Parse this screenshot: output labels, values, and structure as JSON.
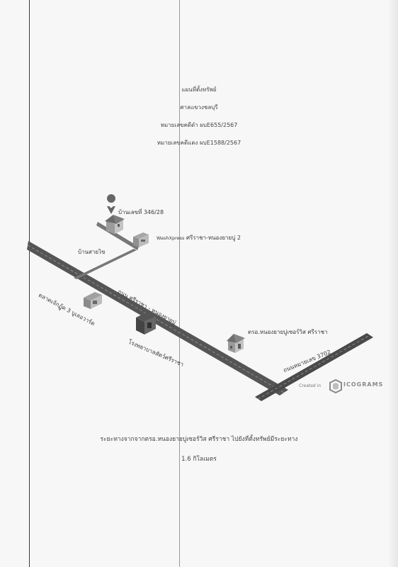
{
  "header": {
    "title": "แผนที่ตั้งทรัพย์",
    "court": "ศาลแขวงชลบุรี",
    "black_case": "หมายเลขคดีดำ ผบE655/2567",
    "red_case": "หมายเลขคดีแดง ผบE1588/2567"
  },
  "map": {
    "property_label": "บ้านเลขที่ 346/28",
    "washxpress_brand": "WashXpress",
    "washxpress_branch": "ศรีราชา-หนองยายบู่ 2",
    "soi_label": "บ้านสายไข",
    "market_label": "ตลาดเจ้กฏู้ด 3 บูเลอวาร์ด",
    "main_road_label": "ถนน ศรีราชา - หนองยายบู่",
    "hospital_label": "โรงพยาบาลสัตว์ศรีราชา",
    "school_label": "ตรอ.หนองยายบู่เซอร์วิส ศรีราชา",
    "highway_label": "ถนนหมายเลข 3702",
    "credit_created": "Created in",
    "credit_brand": "ICOGRAMS"
  },
  "footer": {
    "distance_text": "ระยะทางจากจากตรอ.หนองยายบู่เซอร์วิส ศรีราชา ไปยังที่ตั้งทรัพย์มีระยะทาง",
    "distance_value": "1.6 กิโลเมตร"
  }
}
